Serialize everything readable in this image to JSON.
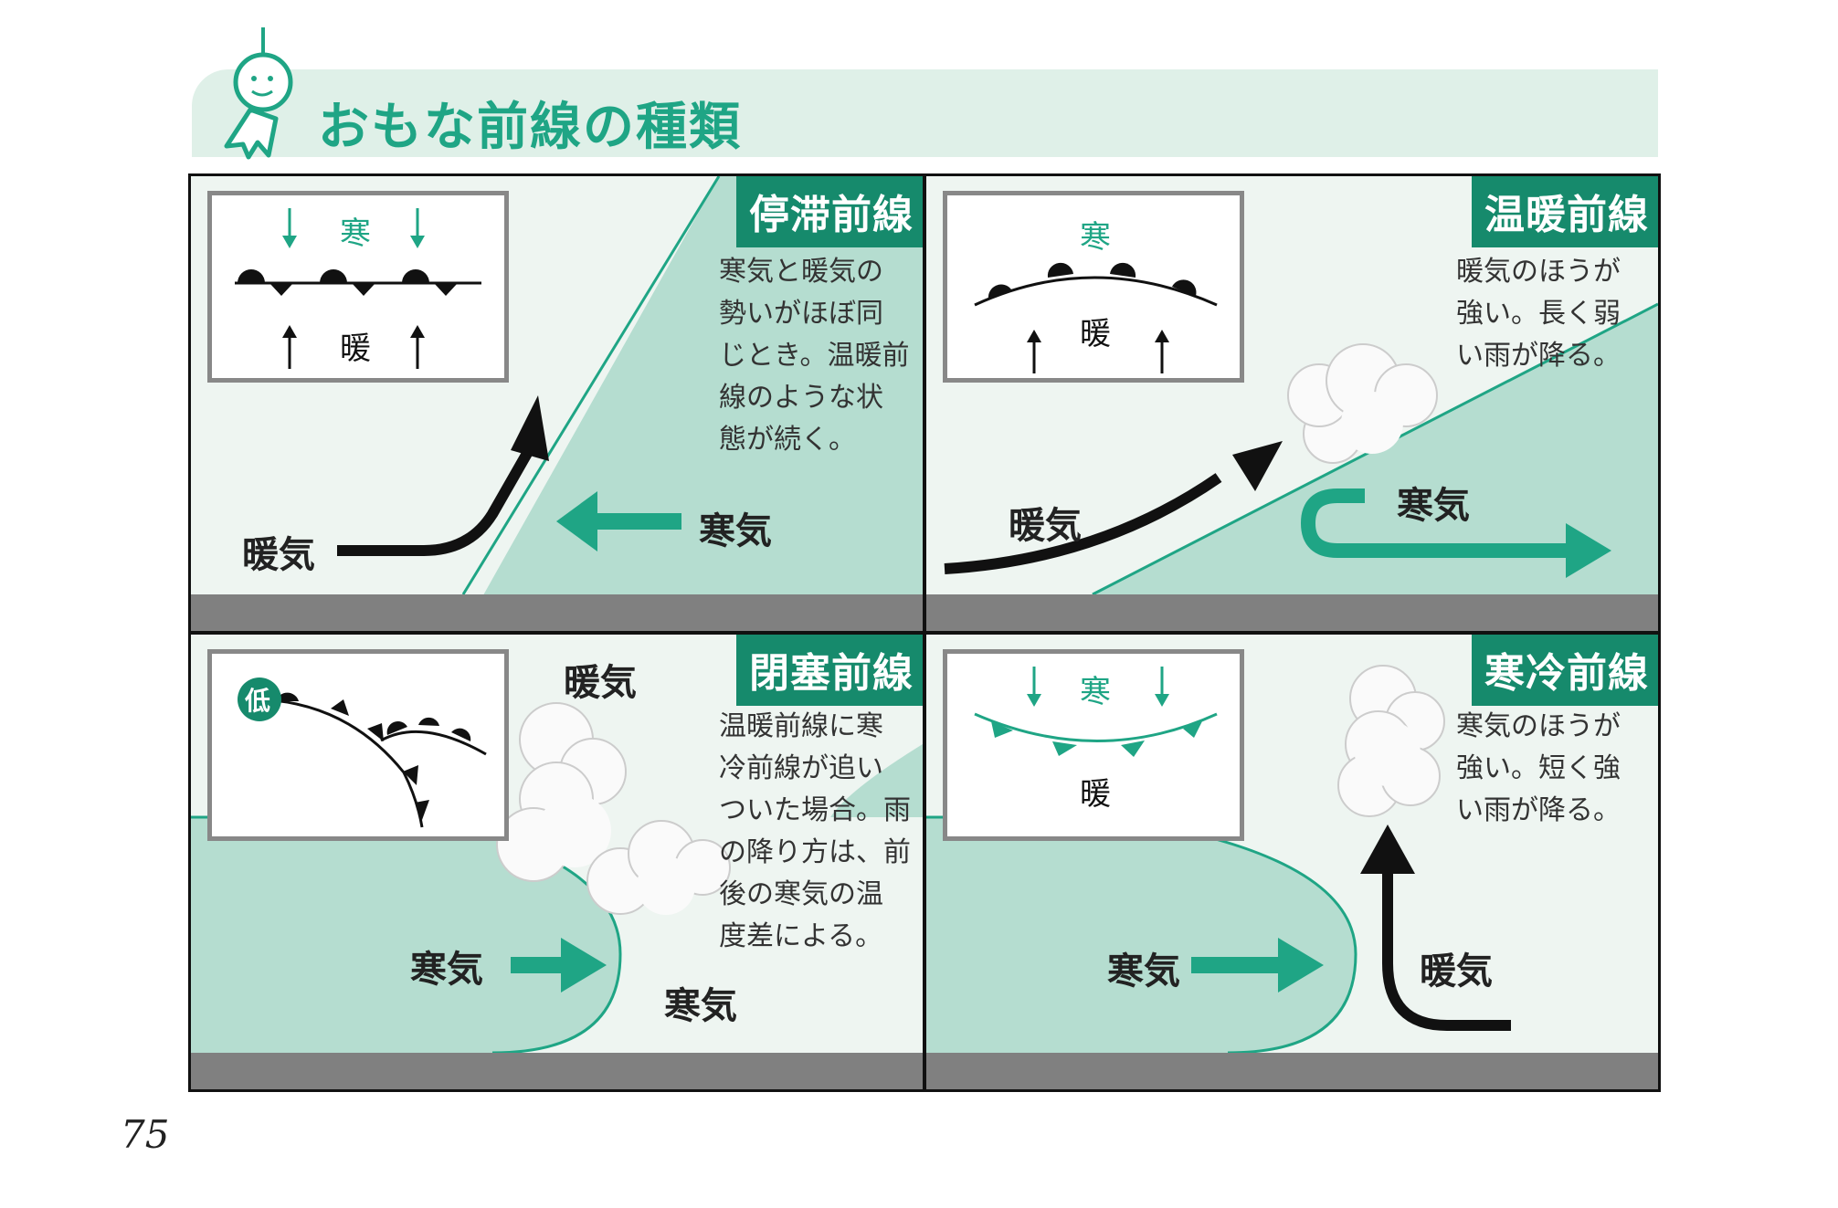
{
  "header": {
    "title": "おもな前線の種類"
  },
  "page_number": "75",
  "panels": {
    "stationary": {
      "title": "停滞前線",
      "desc_lines": [
        "寒気と暖気の",
        "勢いがほぼ同",
        "じとき。温暖前",
        "線のような状",
        "態が続く。"
      ],
      "symbol": {
        "top": "寒",
        "bottom": "暖"
      },
      "warm_label": "暖気",
      "cold_label": "寒気"
    },
    "warm": {
      "title": "温暖前線",
      "desc_lines": [
        "暖気のほうが",
        "強い。長く弱",
        "い雨が降る。"
      ],
      "symbol": {
        "top": "寒",
        "bottom": "暖"
      },
      "warm_label": "暖気",
      "cold_label": "寒気"
    },
    "occluded": {
      "title": "閉塞前線",
      "desc_lines": [
        "温暖前線に寒",
        "冷前線が追い",
        "ついた場合。雨",
        "の降り方は、前",
        "後の寒気の温",
        "度差による。"
      ],
      "symbol": {
        "low": "低"
      },
      "warm_label": "暖気",
      "cold_label_left": "寒気",
      "cold_label_right": "寒気"
    },
    "cold": {
      "title": "寒冷前線",
      "desc_lines": [
        "寒気のほうが",
        "強い。短く強",
        "い雨が降る。"
      ],
      "symbol": {
        "top": "寒",
        "bottom": "暖"
      },
      "cold_label": "寒気",
      "warm_label": "暖気"
    }
  },
  "colors": {
    "accent": "#168a6c",
    "cold_air": "#b5ddd0",
    "warm_air": "#eef5f1",
    "ground": "#808080"
  }
}
